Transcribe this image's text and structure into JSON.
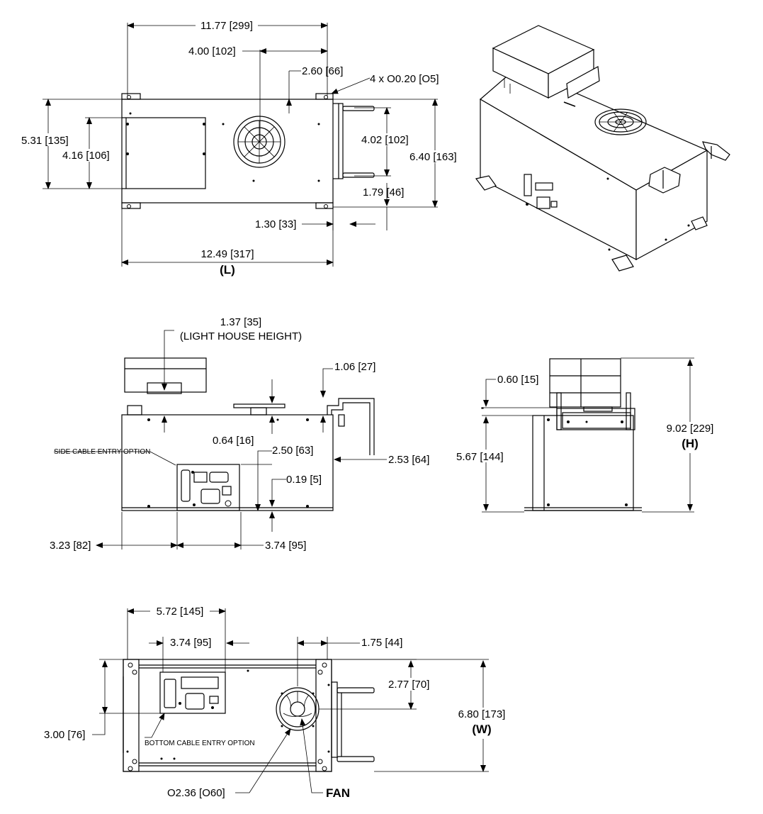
{
  "top_view": {
    "overall_length_top": "11.77 [299]",
    "fan_offset": "4.00 [102]",
    "handle_offset": "2.60 [66]",
    "mount_holes": "4 x O0.20 [O5]",
    "body_width": "5.31 [135]",
    "panel_height": "4.16 [106]",
    "handle_span": "4.02 [102]",
    "overall_width": "6.40 [163]",
    "handle_depth": "1.79 [46]",
    "handle_extent": "1.30 [33]",
    "overall_length": "12.49 [317]",
    "length_label": "(L)"
  },
  "side_view": {
    "light_house_height": "1.37 [35]",
    "light_house_label": "(LIGHT HOUSE HEIGHT)",
    "handle_height": "1.06 [27]",
    "fan_height": "0.64 [16]",
    "side_cable_label": "SIDE CABLE ENTRY OPTION",
    "cable_panel_height": "2.50 [63]",
    "cable_panel_offset": "0.19 [5]",
    "handle_reach": "2.53 [64]",
    "panel_left": "3.23 [82]",
    "panel_width": "3.74 [95]"
  },
  "end_view": {
    "top_offset": "0.60 [15]",
    "body_height": "5.67 [144]",
    "overall_height": "9.02 [229]",
    "height_label": "(H)"
  },
  "bottom_view": {
    "panel_reach": "5.72 [145]",
    "panel_width": "3.74 [95]",
    "fan_offset": "1.75 [44]",
    "fan_center": "2.77 [70]",
    "panel_offset": "3.00 [76]",
    "bottom_cable_label": "BOTTOM CABLE ENTRY OPTION",
    "overall_width": "6.80 [173]",
    "width_label": "(W)",
    "fan_diameter": "O2.36 [O60]",
    "fan_label": "FAN"
  }
}
